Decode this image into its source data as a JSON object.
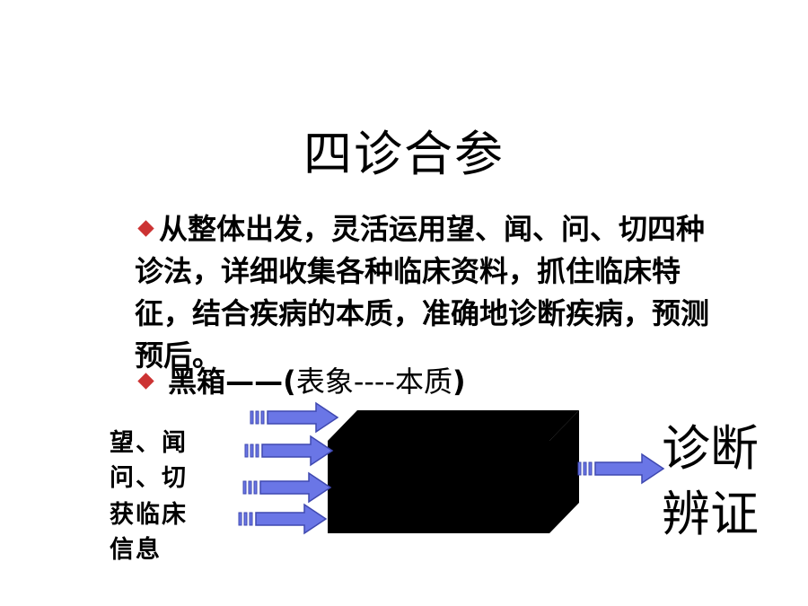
{
  "title": "四诊合参",
  "bullets": {
    "first_text": "从整体出发，灵活运用望、闻、问、切四种诊法，详细收集各种临床资料，抓住临床特征，结合疾病的本质，准确地诊断疾病，预测预后。",
    "second_bold": "黑箱——(",
    "second_normal": "表象----本质",
    "second_close": ")"
  },
  "left_labels": [
    "望、闻",
    "问、切",
    "获临床",
    "信息"
  ],
  "right_labels": [
    "诊断",
    "辨证"
  ],
  "colors": {
    "bullet": "#cc3333",
    "arrow_fill": "#6a76e6",
    "arrow_stroke": "#3f48b0",
    "box": "#000000"
  },
  "icons": {
    "bullet": "diamond",
    "arrow": "striped-right-arrow"
  }
}
